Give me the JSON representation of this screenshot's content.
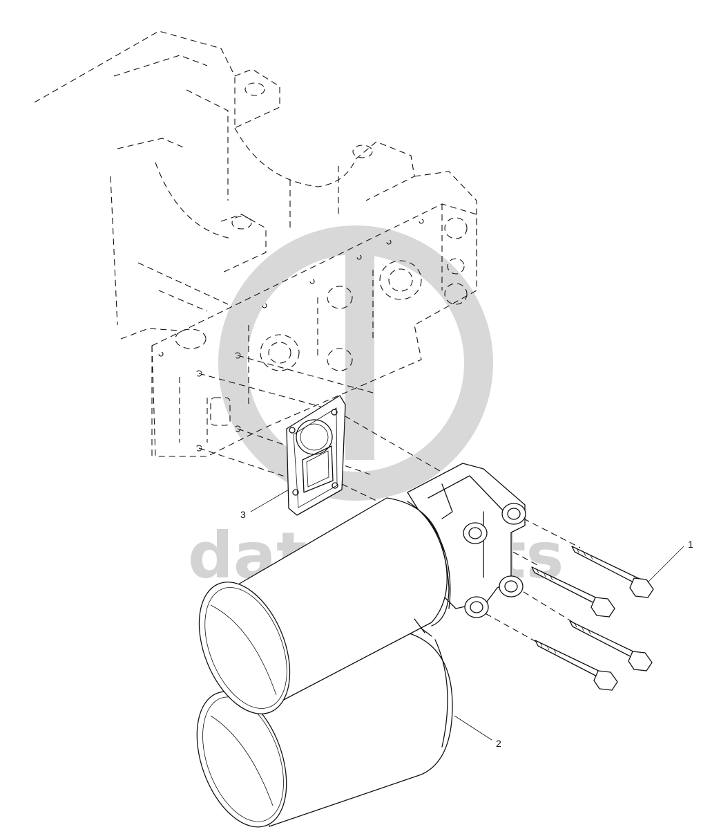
{
  "watermark": {
    "text": "data-parts",
    "color": "#d3d3d3"
  },
  "callouts": [
    {
      "id": "1",
      "label": "1"
    },
    {
      "id": "2",
      "label": "2"
    },
    {
      "id": "3",
      "label": "3"
    }
  ]
}
